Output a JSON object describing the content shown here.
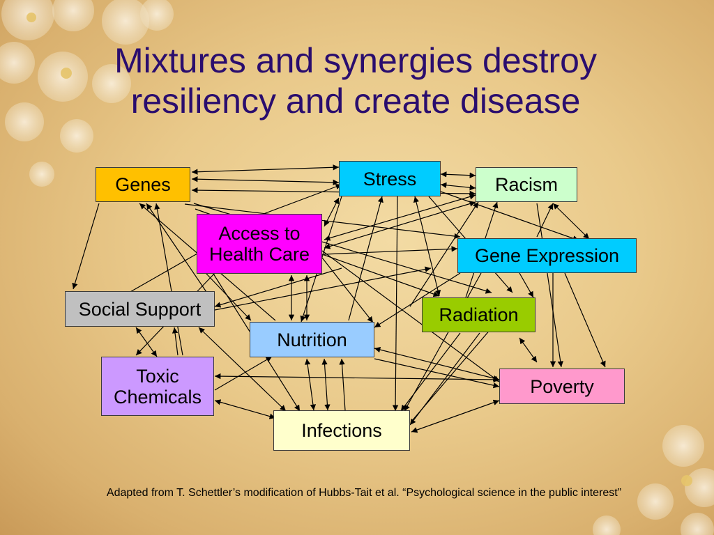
{
  "title": {
    "line1": "Mixtures and synergies destroy",
    "line2": "resiliency and create disease"
  },
  "nodes": {
    "genes": "Genes",
    "stress": "Stress",
    "racism": "Racism",
    "access": "Access to Health Care",
    "gene_expression": "Gene Expression",
    "social_support": "Social Support",
    "radiation": "Radiation",
    "nutrition": "Nutrition",
    "toxic": "Toxic Chemicals",
    "poverty": "Poverty",
    "infections": "Infections"
  },
  "colors": {
    "genes": "#ffc000",
    "stress": "#00ccff",
    "racism": "#ccffcc",
    "access": "#ff00ff",
    "gene_expression": "#00ccff",
    "social_support": "#c0c0c0",
    "radiation": "#99cc00",
    "nutrition": "#99ccff",
    "toxic": "#cc99ff",
    "poverty": "#ff99cc",
    "infections": "#ffffcc",
    "title": "#2a0d6e"
  },
  "footnote": "Adapted from T. Schettler’s modification of Hubbs-Tait et al. “Psychological science in the public interest”"
}
